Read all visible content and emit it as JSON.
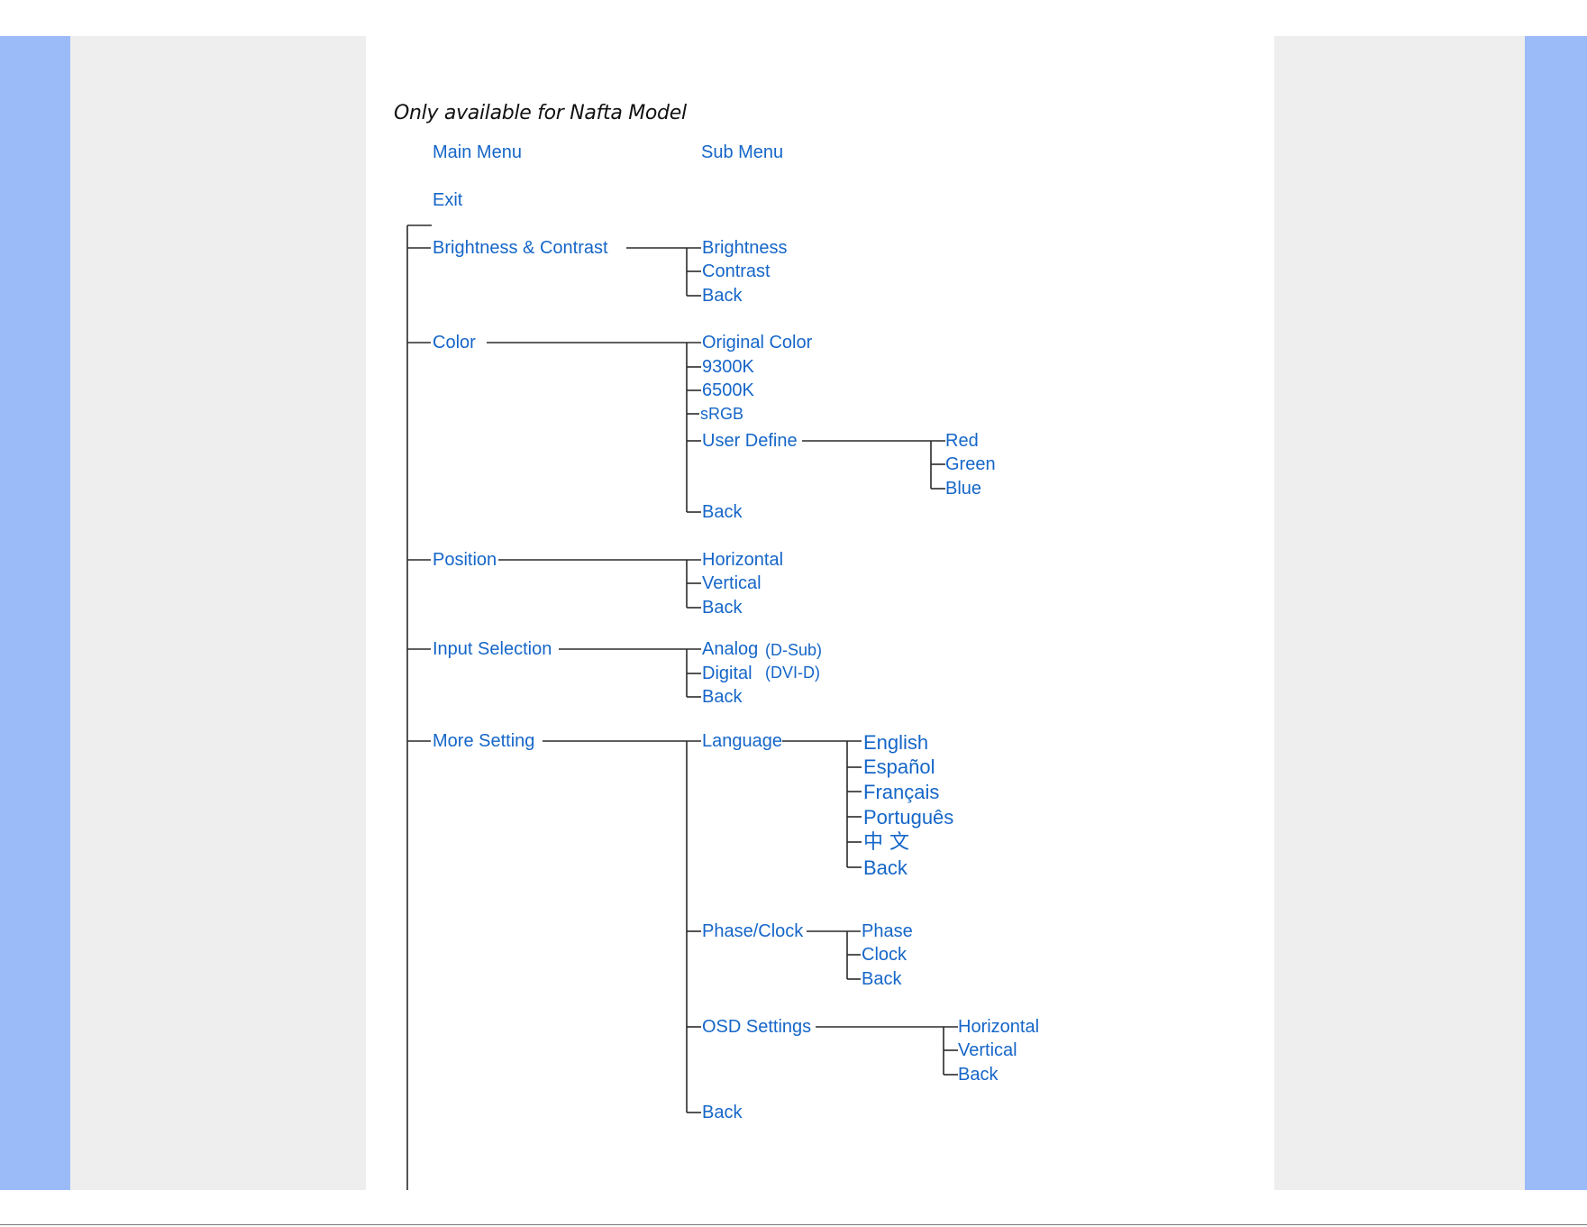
{
  "page": {
    "heading": "Only available for Nafta Model"
  },
  "columns": {
    "main_menu": "Main Menu",
    "sub_menu": "Sub Menu"
  },
  "menu": {
    "exit": "Exit",
    "brightness_contrast": {
      "label": "Brightness &  Contrast",
      "items": [
        "Brightness",
        "Contrast",
        "Back"
      ]
    },
    "color": {
      "label": "Color",
      "items": [
        "Original Color",
        "9300K",
        "6500K",
        "sRGB",
        "User Define",
        "Back"
      ],
      "user_define_items": [
        "Red",
        "Green",
        "Blue"
      ]
    },
    "position": {
      "label": "Position",
      "items": [
        "Horizontal",
        "Vertical",
        "Back"
      ]
    },
    "input_selection": {
      "label": "Input Selection",
      "items": [
        "Analog",
        "Digital",
        "Back"
      ],
      "notes": [
        "(D-Sub)",
        "(DVI-D)"
      ]
    },
    "more_setting": {
      "label": "More Setting",
      "items": [
        "Language",
        "Phase/Clock",
        "OSD Settings",
        "Back"
      ],
      "language_items": [
        "English",
        "Español",
        "Français",
        "Português",
        "中 文",
        "Back"
      ],
      "phase_clock_items": [
        "Phase",
        "Clock",
        "Back"
      ],
      "osd_items": [
        "Horizontal",
        "Vertical",
        "Back"
      ]
    }
  }
}
